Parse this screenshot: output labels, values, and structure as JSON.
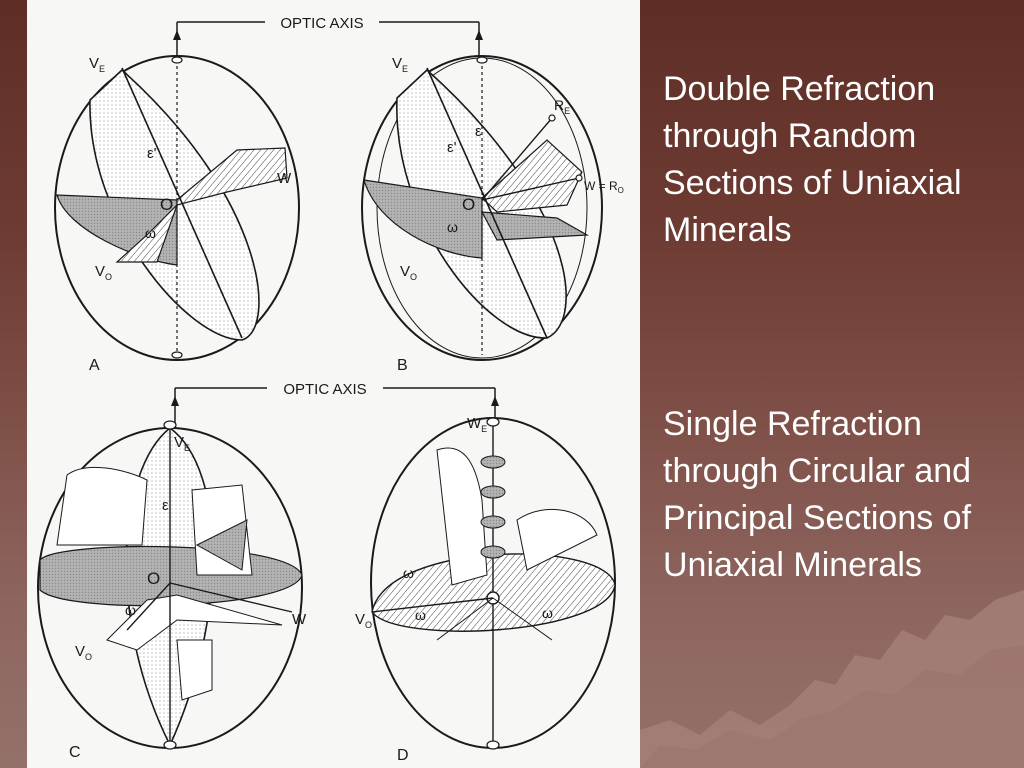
{
  "slide": {
    "caption_top": "Double Refraction through Random Sections of Uniaxial Minerals",
    "caption_bottom": "Single Refraction through Circular and Principal Sections of Uniaxial Minerals"
  },
  "figure": {
    "optic_axis_label_top": "OPTIC AXIS",
    "optic_axis_label_bottom": "OPTIC AXIS",
    "panels": [
      {
        "letter": "A",
        "labels": {
          "ve": "V",
          "ve_sub": "E",
          "eps": "ε'",
          "o": "O",
          "omega": "ω",
          "w": "W",
          "vo": "V",
          "vo_sub": "O"
        }
      },
      {
        "letter": "B",
        "labels": {
          "ve": "V",
          "ve_sub": "E",
          "eps1": "ε'",
          "eps2": "ε",
          "re": "R",
          "re_sub": "E",
          "o": "O",
          "omega": "ω",
          "w": "W = R",
          "w_sub": "O",
          "vo": "V",
          "vo_sub": "O"
        }
      },
      {
        "letter": "C",
        "labels": {
          "ve": "V",
          "ve_sub": "E",
          "eps": "ε",
          "o": "O",
          "omega": "ω",
          "w": "W",
          "vo": "V",
          "vo_sub": "O"
        }
      },
      {
        "letter": "D",
        "labels": {
          "we": "W",
          "we_sub": "E",
          "omega1": "ω",
          "omega2": "ω",
          "omega3": "ω",
          "vo": "V",
          "vo_sub": "O"
        }
      }
    ]
  },
  "colors": {
    "background_top": "#5e2e26",
    "background_bottom": "#94706b",
    "caption_text": "#ffffff",
    "figure_background": "#f7f7f5",
    "figure_ink": "#1a1a1a"
  }
}
